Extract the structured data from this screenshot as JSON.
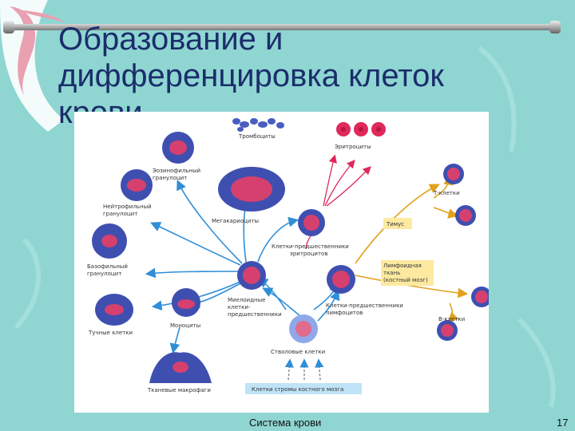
{
  "slide": {
    "title": "Образование и дифференцировка клеток крови",
    "footer": "Система крови",
    "page_number": "17"
  },
  "diagram": {
    "labels": {
      "thrombocytes": "Тромбоциты",
      "erythrocytes": "Эритроциты",
      "eosinophil_line1": "Эозинофильный",
      "eosinophil_line2": "гранулоцит",
      "neutrophil_line1": "Нейтрофильный",
      "neutrophil_line2": "гранулоцит",
      "megakaryocytes": "Мегакариоциты",
      "t_cells": "Т-клетки",
      "thymus": "Тимус",
      "erythro_precursor_line1": "Клетки-предшественники",
      "erythro_precursor_line2": "эритроцитов",
      "basophil_line1": "Базофильный",
      "basophil_line2": "гранулоцит",
      "lymphoid_line1": "Лимфоидная",
      "lymphoid_line2": "ткань",
      "lymphoid_line3": "(костный мозг)",
      "myeloid_line1": "Миелоидные",
      "myeloid_line2": "клетки-",
      "myeloid_line3": "предшественники",
      "monocytes": "Моноциты",
      "lympho_precursor_line1": "Клетки-предшественники",
      "lympho_precursor_line2": "лимфоцитов",
      "mast_cells": "Тучные клетки",
      "b_cells": "В-клетки",
      "stem_cells": "Стволовые клетки",
      "tissue_macrophages": "Тканевые макрофаги",
      "stroma_cells": "Клетки стромы костного мозга"
    },
    "colors": {
      "cell_body": "#3f4fb0",
      "nucleus": "#d6406e",
      "blue_arrow": "#2f8ed8",
      "orange_arrow": "#e2a21c",
      "erythrocyte": "#e0285a",
      "yellow_box": "#fde9a0",
      "blue_box": "#bfe3f7"
    }
  }
}
